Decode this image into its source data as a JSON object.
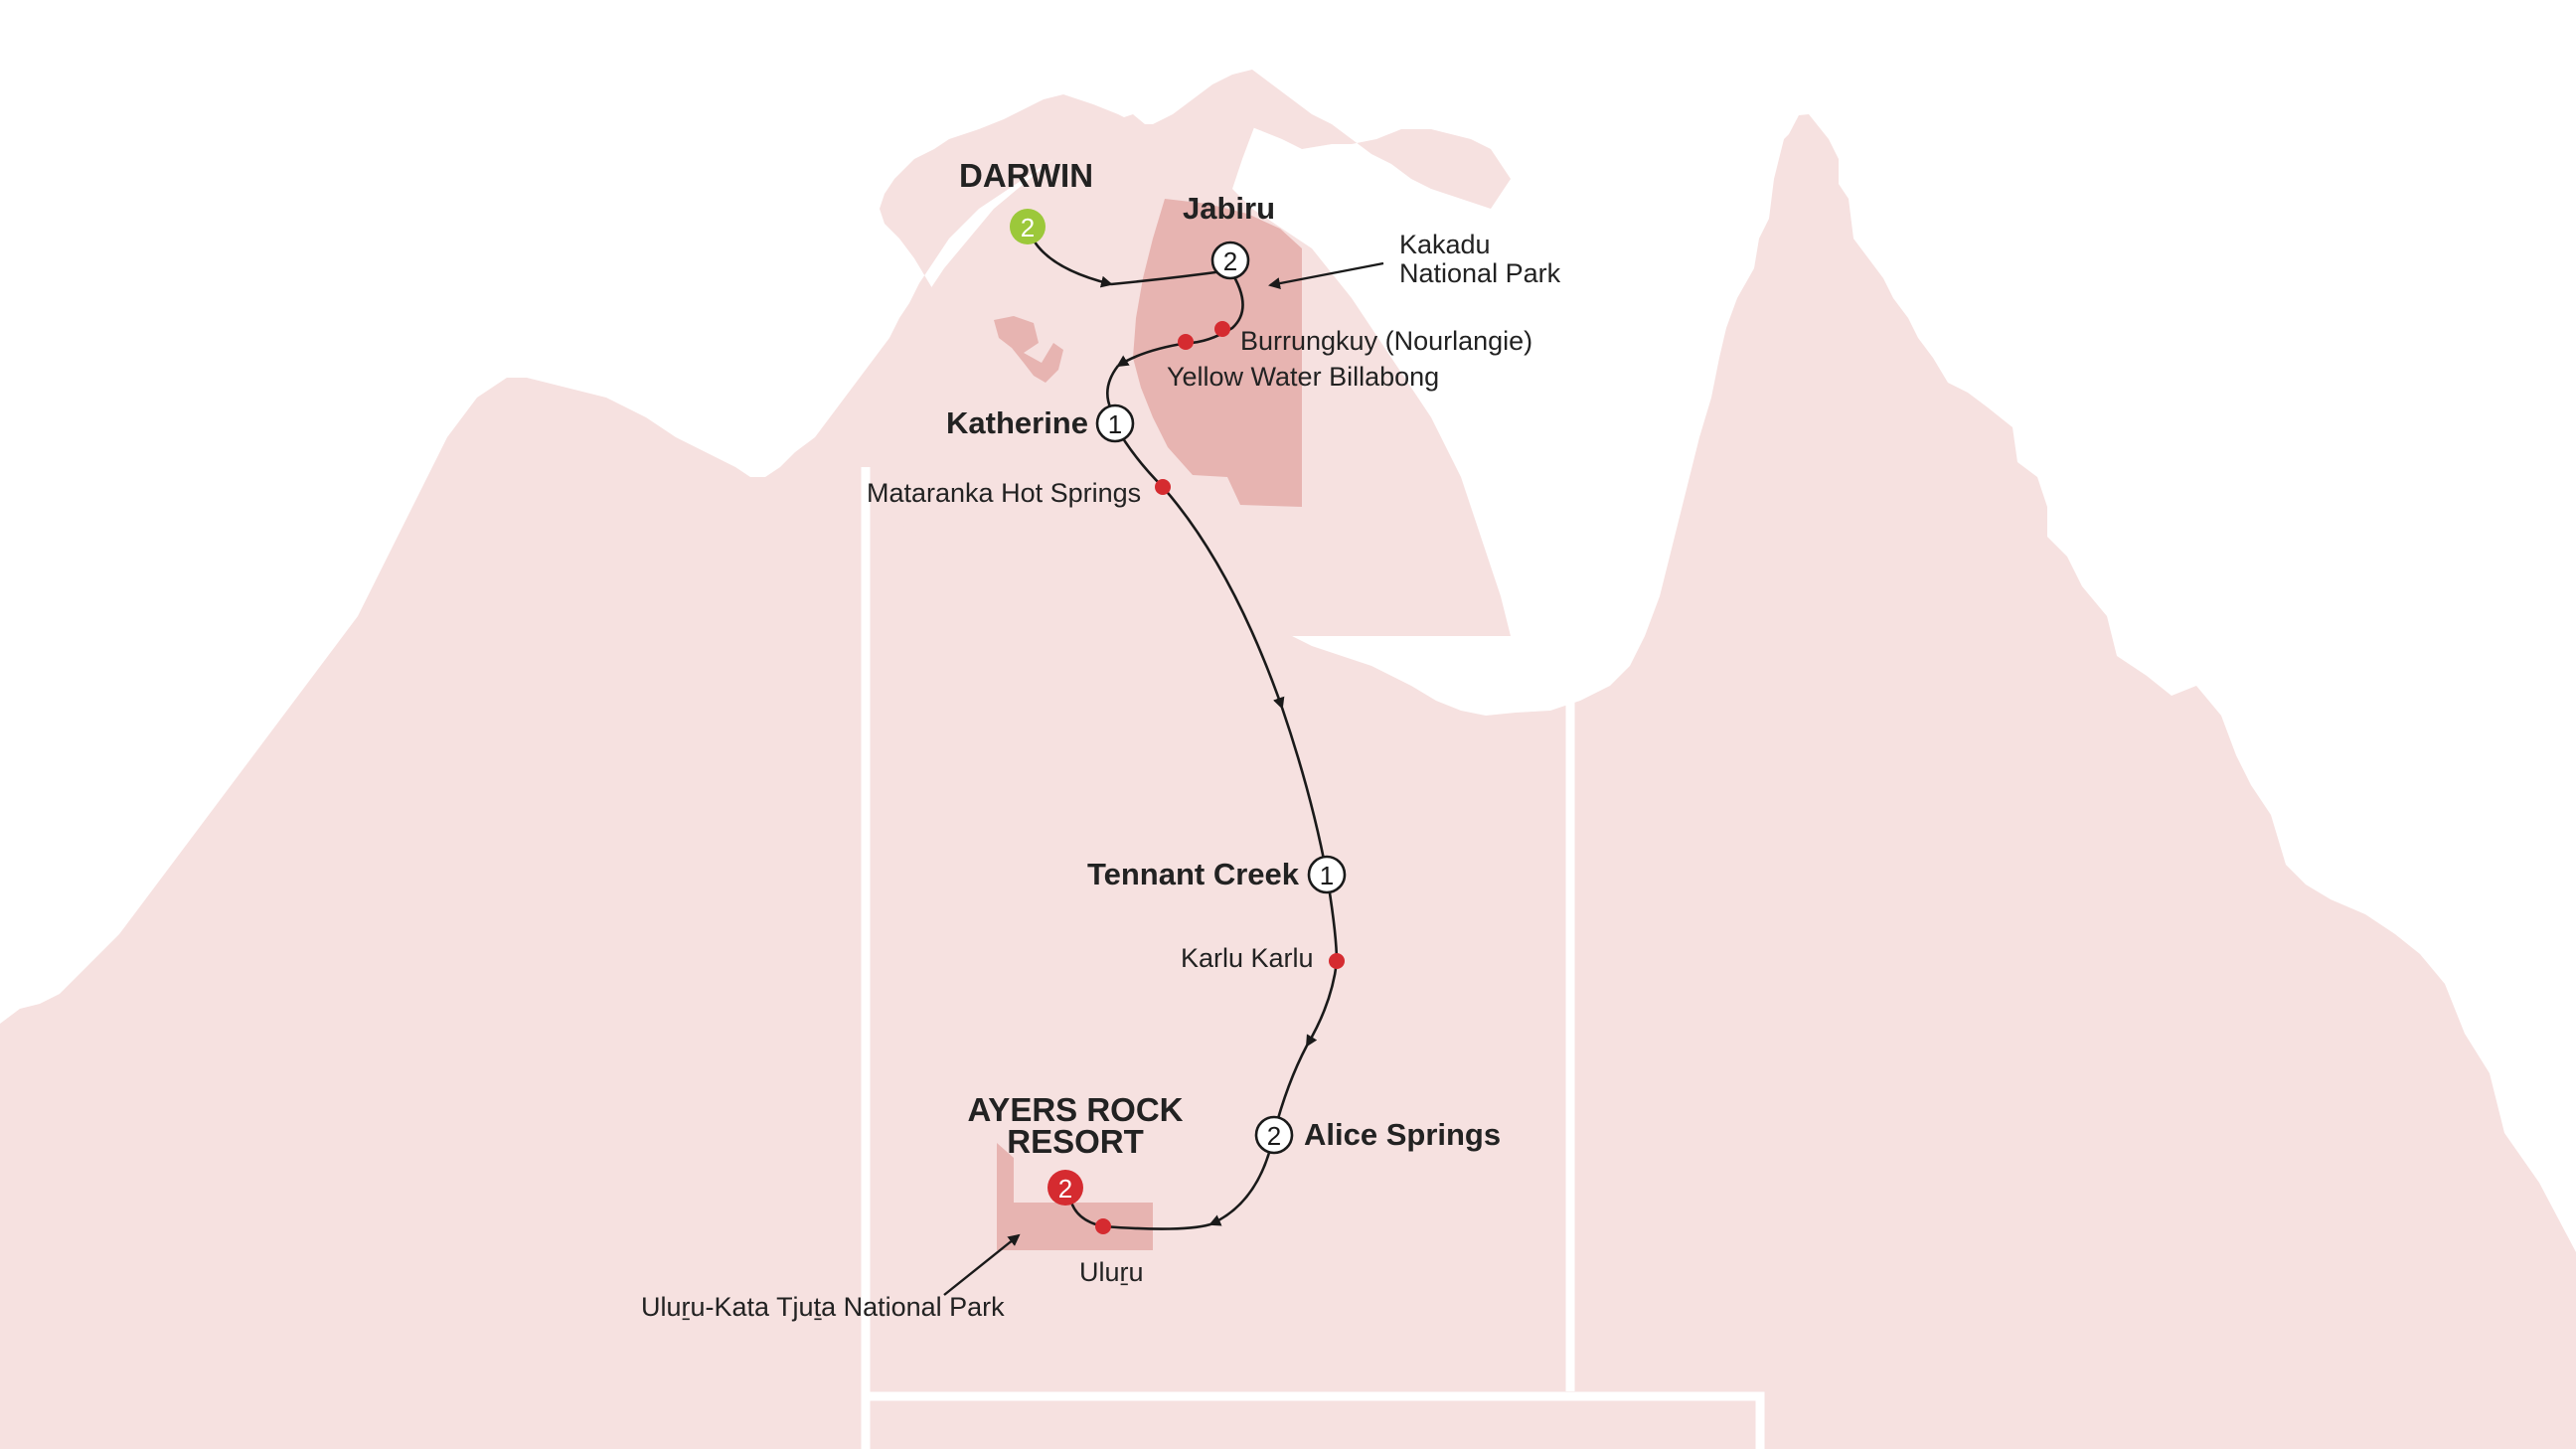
{
  "colors": {
    "land": "#f6e1e0",
    "park": "#e7b4b1",
    "border": "#ffffff",
    "route": "#1a1a1a",
    "poi": "#d52b30",
    "start": "#9cc83a",
    "end": "#d52b30"
  },
  "stops": [
    {
      "id": "darwin",
      "label": "DARWIN",
      "nights": "2",
      "type": "start"
    },
    {
      "id": "jabiru",
      "label": "Jabiru",
      "nights": "2",
      "type": "overnight"
    },
    {
      "id": "katherine",
      "label": "Katherine",
      "nights": "1",
      "type": "overnight"
    },
    {
      "id": "tennant",
      "label": "Tennant Creek",
      "nights": "1",
      "type": "overnight"
    },
    {
      "id": "alice",
      "label": "Alice Springs",
      "nights": "2",
      "type": "overnight"
    },
    {
      "id": "ayers",
      "label_line1": "AYERS ROCK",
      "label_line2": "RESORT",
      "nights": "2",
      "type": "end"
    }
  ],
  "points_of_interest": [
    {
      "id": "burrungkuy",
      "label": "Burrungkuy (Nourlangie)"
    },
    {
      "id": "yellow-water",
      "label": "Yellow Water Billabong"
    },
    {
      "id": "mataranka",
      "label": "Mataranka Hot Springs"
    },
    {
      "id": "karlu",
      "label": "Karlu Karlu"
    },
    {
      "id": "uluru",
      "label": "Uluṟu"
    }
  ],
  "parks": [
    {
      "id": "kakadu",
      "label_line1": "Kakadu",
      "label_line2": "National Park"
    },
    {
      "id": "uluru-kata",
      "label": "Uluṟu-Kata Tjuṯa National Park"
    }
  ]
}
